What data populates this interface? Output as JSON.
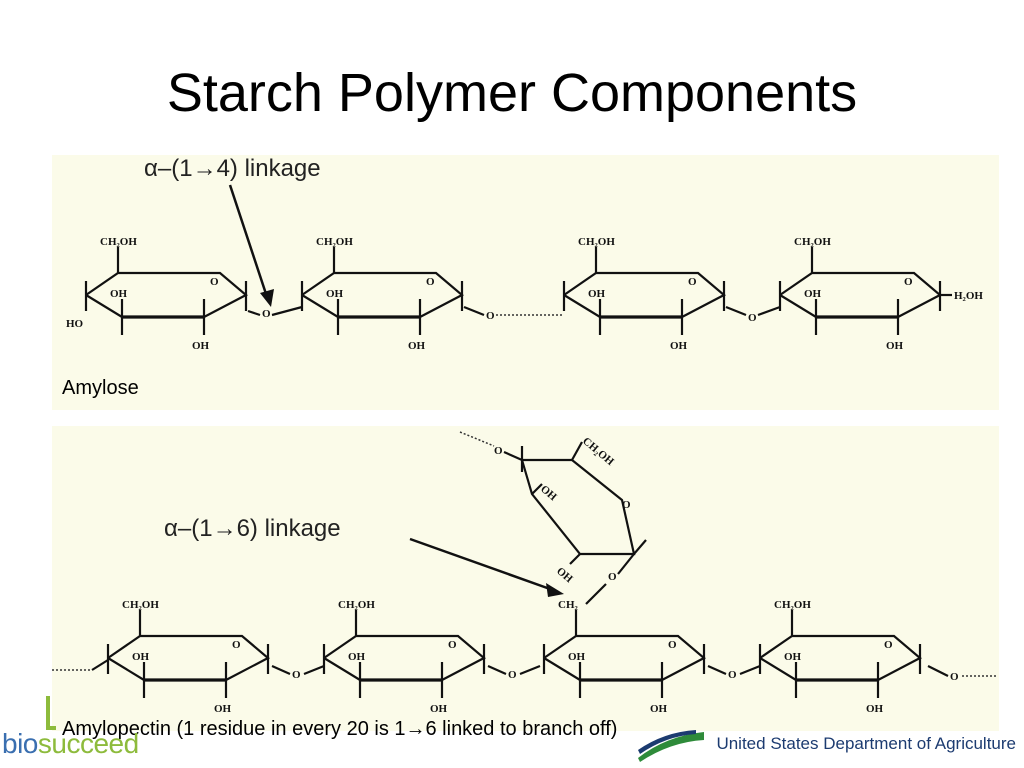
{
  "slide": {
    "title": "Starch Polymer Components"
  },
  "amylose": {
    "linkage_label": "α–(1→4) linkage",
    "caption": "Amylose",
    "ring_labels": {
      "ch2oh": "CH₂OH",
      "oh": "OH",
      "o": "O",
      "ho": "HO",
      "h2oh": "H₂OH"
    }
  },
  "amylopectin": {
    "linkage_label": "α–(1→6) linkage",
    "caption": "Amylopectin (1 residue in every 20 is 1→6 linked to branch off)",
    "ring_labels": {
      "ch2oh": "CH₂OH",
      "ch2": "CH₂",
      "oh": "OH",
      "o": "O"
    }
  },
  "footer": {
    "logo_bio": "bio",
    "logo_succeed": "succeed",
    "agency": "United States Department of Agriculture"
  },
  "colors": {
    "panel_bg": "#fbfbe9",
    "biosucceed_blue": "#3a6fb0",
    "biosucceed_green": "#8dbb3c",
    "usda_navy": "#1c3b70",
    "usda_green": "#2e8b3a"
  }
}
